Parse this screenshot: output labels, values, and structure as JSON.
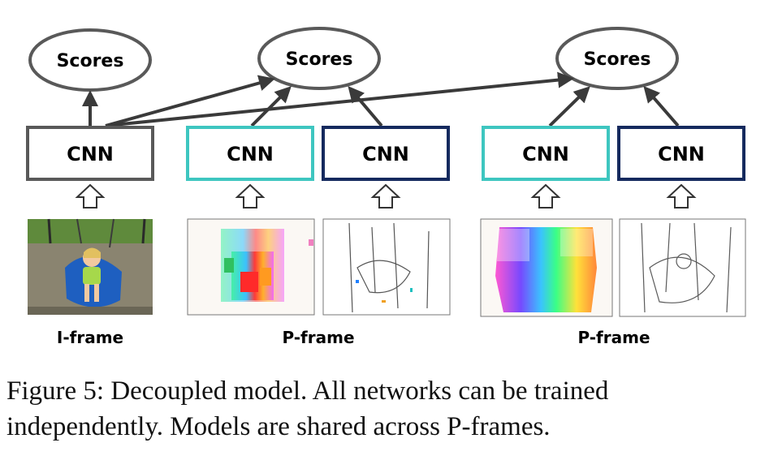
{
  "diagram": {
    "score_label": "Scores",
    "cnn_label": "CNN",
    "frames": {
      "i_frame": "I-frame",
      "p_frame_1": "P-frame",
      "p_frame_2": "P-frame"
    }
  },
  "caption": {
    "line1": "Figure 5:  Decoupled model.  All networks can be trained",
    "line2": "independently. Models are shared across P-frames."
  },
  "colors": {
    "rgb_cnn_border": "#595959",
    "motion_cnn_border": "#3ec6c0",
    "residual_cnn_border": "#152a5e",
    "arrow": "#3a3a3a"
  }
}
